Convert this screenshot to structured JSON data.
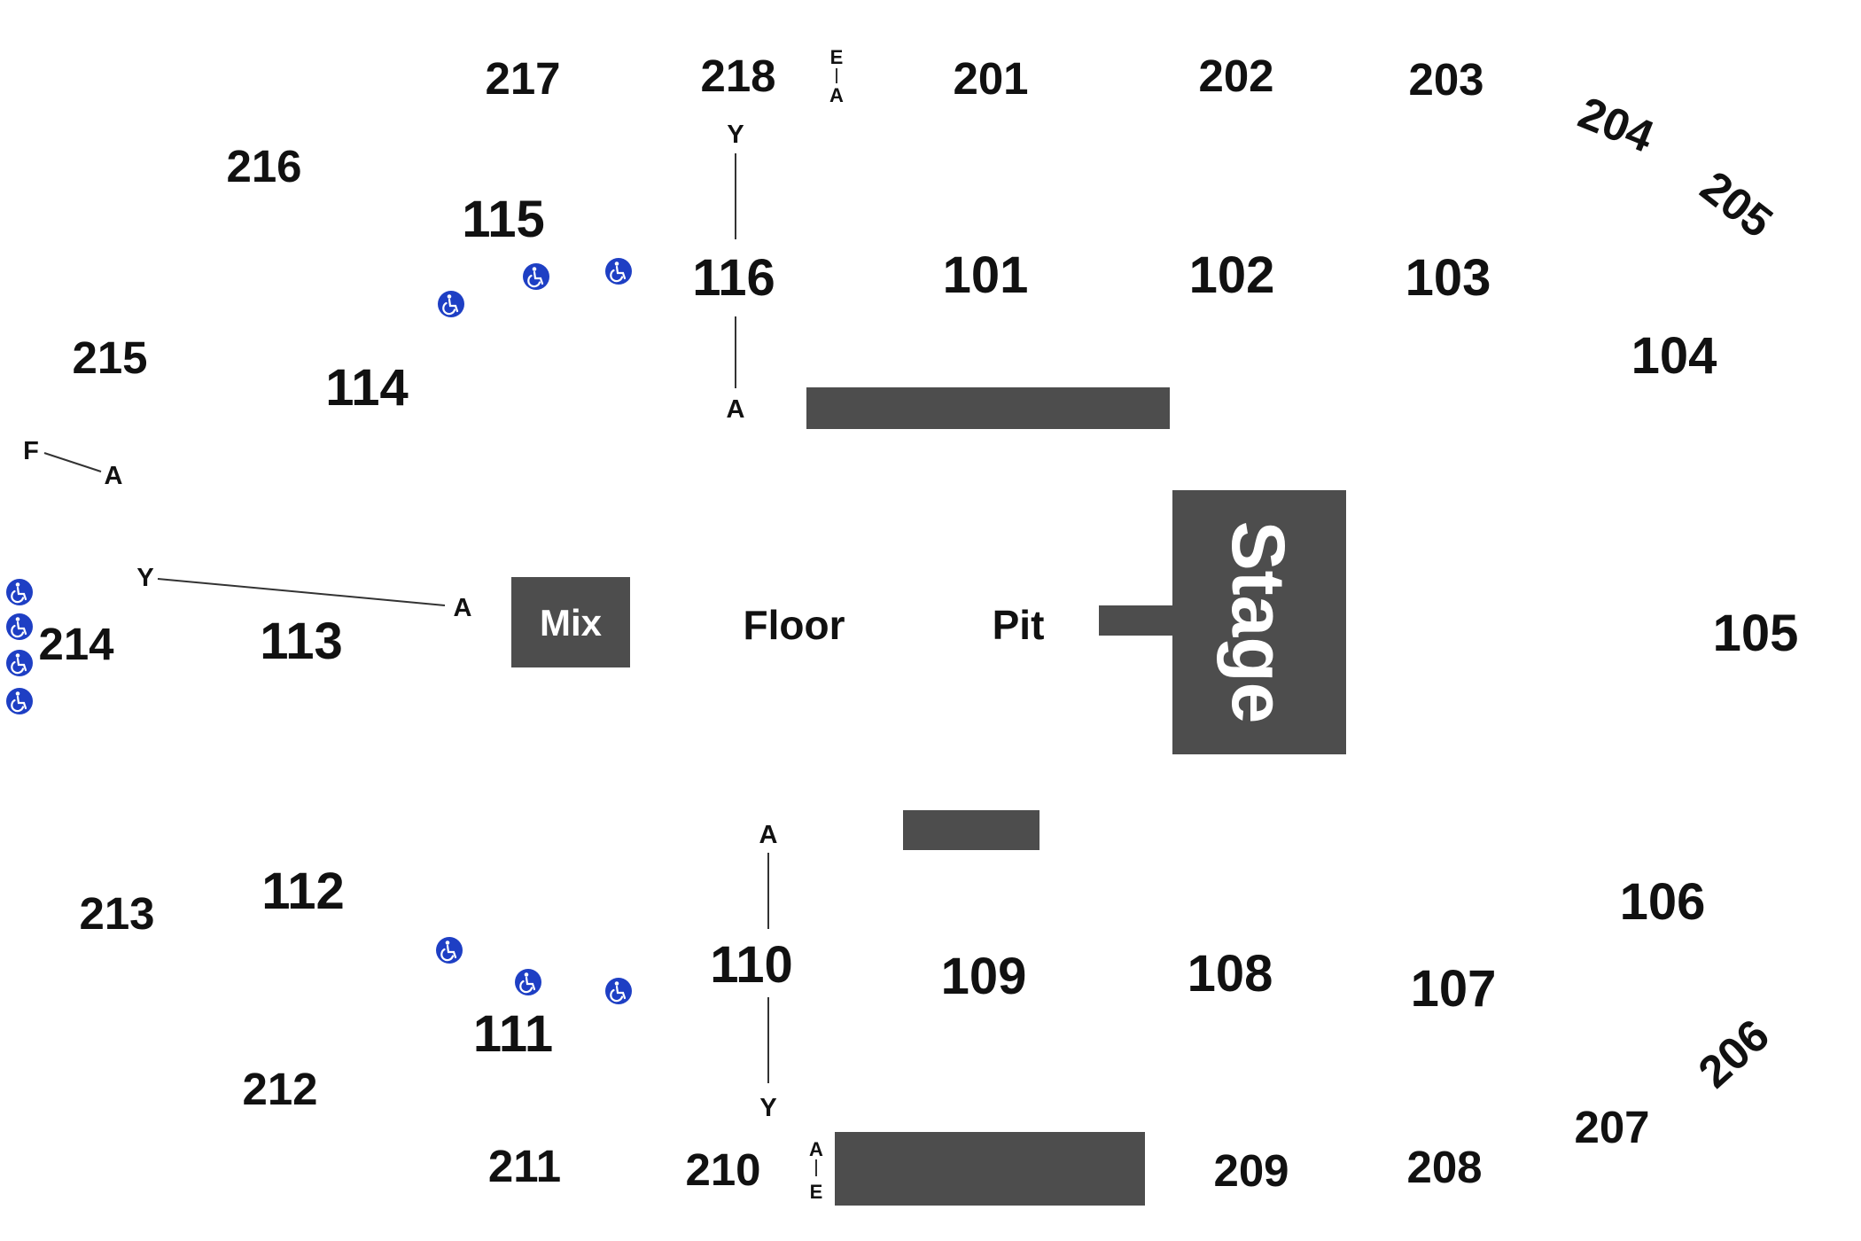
{
  "colors": {
    "block": "#4d4d4d",
    "text": "#111111",
    "accessible": "#1e3fc4"
  },
  "icons": {
    "accessible_seating": "wheelchair-icon"
  },
  "sections_lower": {
    "s101": "101",
    "s102": "102",
    "s103": "103",
    "s104": "104",
    "s105": "105",
    "s106": "106",
    "s107": "107",
    "s108": "108",
    "s109": "109",
    "s110": "110",
    "s111": "111",
    "s112": "112",
    "s113": "113",
    "s114": "114",
    "s115": "115",
    "s116": "116"
  },
  "sections_upper": {
    "s201": "201",
    "s202": "202",
    "s203": "203",
    "s204": "204",
    "s205": "205",
    "s206": "206",
    "s207": "207",
    "s208": "208",
    "s209": "209",
    "s210": "210",
    "s211": "211",
    "s212": "212",
    "s213": "213",
    "s214": "214",
    "s215": "215",
    "s216": "216",
    "s217": "217",
    "s218": "218"
  },
  "areas": {
    "stage": "Stage",
    "mix": "Mix",
    "floor": "Floor",
    "pit": "Pit"
  },
  "rows": {
    "s116_first": "A",
    "s116_last": "Y",
    "s110_first": "A",
    "s110_last": "Y",
    "s113_first": "A",
    "s113_last": "Y",
    "s214_first": "A",
    "s214_last": "F",
    "top_first": "A",
    "top_last": "E",
    "bottom_first": "A",
    "bottom_last": "E"
  }
}
